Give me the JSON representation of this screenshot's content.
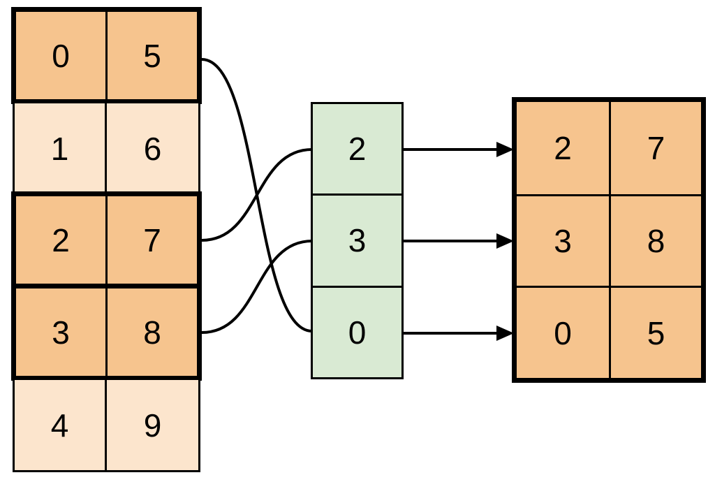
{
  "source_table": {
    "rows": [
      {
        "values": [
          "0",
          "5"
        ],
        "highlighted": true
      },
      {
        "values": [
          "1",
          "6"
        ],
        "highlighted": false
      },
      {
        "values": [
          "2",
          "7"
        ],
        "highlighted": true
      },
      {
        "values": [
          "3",
          "8"
        ],
        "highlighted": true
      },
      {
        "values": [
          "4",
          "9"
        ],
        "highlighted": false
      }
    ]
  },
  "index_column": {
    "values": [
      "2",
      "3",
      "0"
    ]
  },
  "result_table": {
    "rows": [
      {
        "values": [
          "2",
          "7"
        ]
      },
      {
        "values": [
          "3",
          "8"
        ]
      },
      {
        "values": [
          "0",
          "5"
        ]
      }
    ]
  },
  "connections": {
    "curves": [
      {
        "source_row": 2,
        "index_position": 0
      },
      {
        "source_row": 3,
        "index_position": 1
      },
      {
        "source_row": 0,
        "index_position": 2
      }
    ],
    "arrows": [
      {
        "index_position": 0,
        "result_row": 0
      },
      {
        "index_position": 1,
        "result_row": 1
      },
      {
        "index_position": 2,
        "result_row": 2
      }
    ]
  },
  "colors": {
    "highlight_fill": "#F6C48E",
    "muted_fill": "#FCE5CD",
    "index_fill": "#D9EAD3",
    "line": "#000000",
    "background": "#FFFFFF"
  }
}
